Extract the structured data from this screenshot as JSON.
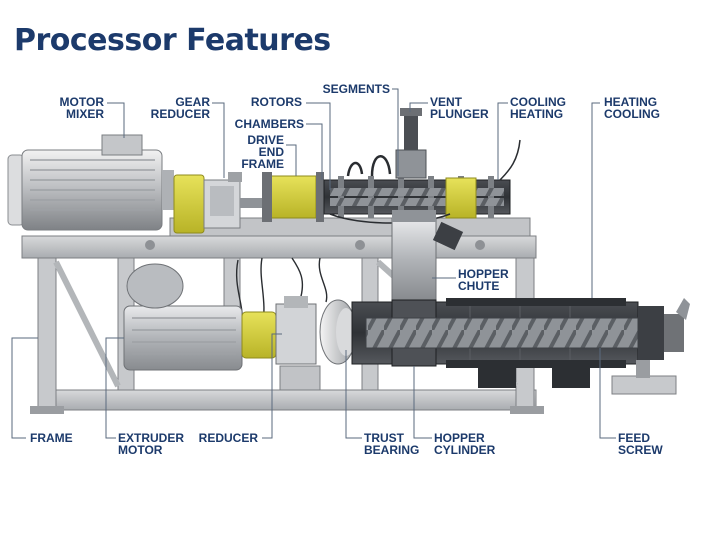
{
  "title": "Processor Features",
  "colors": {
    "title": "#1c3a6b",
    "label": "#1c3a6b",
    "frame_gray": "#c9cbce",
    "coupling_yellow": "#d9d433",
    "dark_metal": "#3a3d42"
  },
  "labels": {
    "motor_mixer": "MOTOR\nMIXER",
    "gear_reducer": "GEAR\nREDUCER",
    "rotors": "ROTORS",
    "segments": "SEGMENTS",
    "vent_plunger": "VENT\nPLUNGER",
    "cooling_heating": "COOLING\nHEATING",
    "heating_cooling": "HEATING\nCOOLING",
    "chambers": "CHAMBERS",
    "drive_end_frame": "DRIVE\nEND\nFRAME",
    "hopper_chute": "HOPPER\nCHUTE",
    "frame": "FRAME",
    "extruder_motor": "EXTRUDER\nMOTOR",
    "reducer": "REDUCER",
    "trust_bearing": "TRUST\nBEARING",
    "hopper_cylinder": "HOPPER\nCYLINDER",
    "feed_screw": "FEED\nSCREW"
  }
}
